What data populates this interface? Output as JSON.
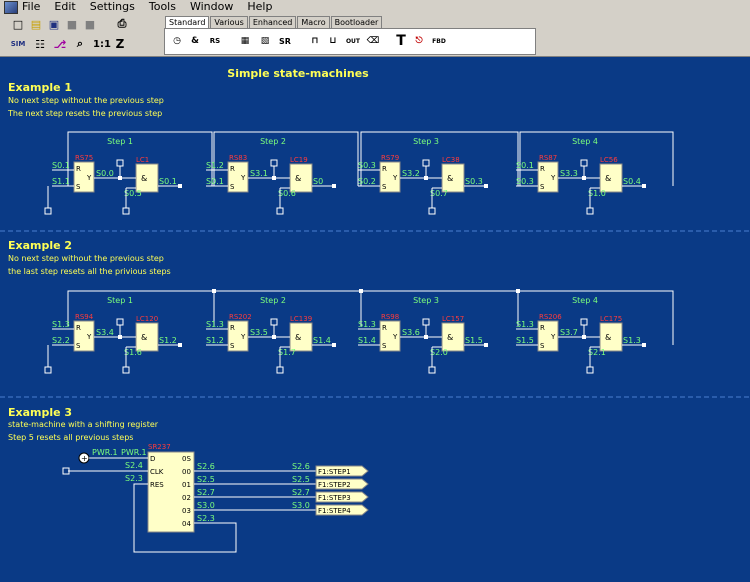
{
  "menu": [
    "File",
    "Edit",
    "Settings",
    "Tools",
    "Window",
    "Help"
  ],
  "toolbar": {
    "zoom": "1:1",
    "sim": "SIM",
    "z": "Z"
  },
  "tabs": [
    "Standard",
    "Various",
    "Enhanced",
    "Macro",
    "Bootloader"
  ],
  "palette": {
    "and": "&",
    "rs": "RS",
    "sr": "SR",
    "out": "OUT",
    "t": "T",
    "fbd": "FBD"
  },
  "title": "Simple state-machines",
  "ex1": {
    "title": "Example 1",
    "line1": "No next step without the previous step",
    "line2": "The next step resets the previous step"
  },
  "ex2": {
    "title": "Example 2",
    "line1": "No next step without the previous step",
    "line2": "the last step resets all the privious steps"
  },
  "ex3": {
    "title": "Example 3",
    "line1": "state-machine with a shifting register",
    "line2": "Step 5 resets all previous steps"
  },
  "steps": [
    "Step 1",
    "Step 2",
    "Step 3",
    "Step 4"
  ],
  "ex1_blocks": [
    {
      "rs": "RS75",
      "lc": "LC1",
      "in1": "S0.1",
      "in2": "S1.1",
      "q": "S0.0",
      "a": "S0.0",
      "b": "S0.5",
      "o": "S0.1"
    },
    {
      "rs": "RS83",
      "lc": "LC19",
      "in1": "S1.2",
      "in2": "S0.1",
      "q": "S3.1",
      "a": "S3.1",
      "b": "S0.6",
      "o": "S0"
    },
    {
      "rs": "RS79",
      "lc": "LC38",
      "in1": "S0.3",
      "in2": "S0.2",
      "q": "S3.2",
      "a": "S3.2",
      "b": "S0.7",
      "o": "S0.3"
    },
    {
      "rs": "RS87",
      "lc": "LC56",
      "in1": "S0.1",
      "in2": "S0.3",
      "q": "S3.3",
      "a": "S3.3",
      "b": "S1.0",
      "o": "S0.4"
    }
  ],
  "ex2_blocks": [
    {
      "rs": "RS94",
      "lc": "LC120",
      "in1": "S1.3",
      "in2": "S2.2",
      "q": "S3.4",
      "a": "S3.4",
      "b": "S1.6",
      "o": "S1.2"
    },
    {
      "rs": "RS202",
      "lc": "LC139",
      "in1": "S1.3",
      "in2": "S1.2",
      "q": "S3.5",
      "a": "S3.5",
      "b": "S1.7",
      "o": "S1.4"
    },
    {
      "rs": "RS98",
      "lc": "LC157",
      "in1": "S1.3",
      "in2": "S1.4",
      "q": "S3.6",
      "a": "S3.6",
      "b": "S2.0",
      "o": "S1.5"
    },
    {
      "rs": "RS206",
      "lc": "LC175",
      "in1": "S1.3",
      "in2": "S1.5",
      "q": "S3.7",
      "a": "S3.7",
      "b": "S2.1",
      "o": "S1.3"
    }
  ],
  "sr": {
    "name": "SR237",
    "pins_in": [
      "D",
      "CLK",
      "RES"
    ],
    "pins_out": [
      "0S",
      "00",
      "01",
      "02",
      "03",
      "04"
    ],
    "pwr1": "PWR.1",
    "pwr2": "PWR.1",
    "clk": "S2.4",
    "res": "S2.3",
    "outs": [
      "S2.6",
      "S2.5",
      "S2.7",
      "S3.0",
      "S2.3"
    ],
    "flags": [
      "F1:STEP1",
      "F1:STEP2",
      "F1:STEP3",
      "F1:STEP4"
    ],
    "flag_sig": [
      "S2.6",
      "S2.5",
      "S2.7",
      "S3.0"
    ]
  },
  "colors": {
    "canvas": "#0a3a86",
    "wire": "#ffffff",
    "signal": "#7cff7c",
    "label": "#ff3b3b",
    "heading": "#ffff55",
    "block": "#ffffc8"
  }
}
